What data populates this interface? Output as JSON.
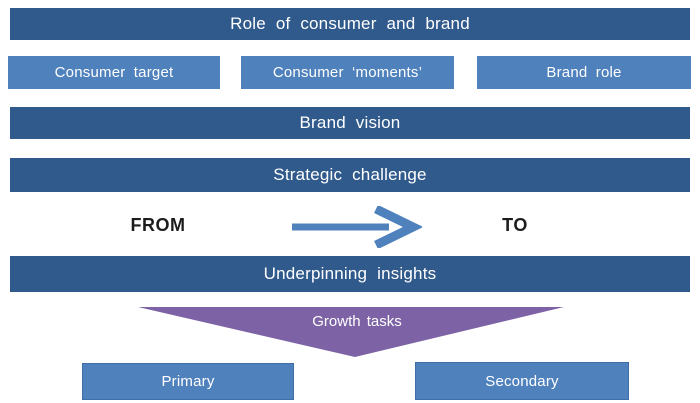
{
  "diagram": {
    "title_bar": {
      "label": "Role of consumer and brand"
    },
    "top_boxes": [
      {
        "label": "Consumer target"
      },
      {
        "label": "Consumer ‘moments’"
      },
      {
        "label": "Brand role"
      }
    ],
    "vision_bar": {
      "label": "Brand vision"
    },
    "challenge_bar": {
      "label": "Strategic challenge"
    },
    "transition": {
      "from_label": "FROM",
      "to_label": "TO",
      "arrow_icon": "right-arrow"
    },
    "insights_bar": {
      "label": "Underpinning insights"
    },
    "growth": {
      "label": "Growth tasks"
    },
    "bottom_boxes": [
      {
        "label": "Primary"
      },
      {
        "label": "Secondary"
      }
    ],
    "colors": {
      "dark_bar": "#315a8c",
      "light_box": "#4f81bd",
      "arrow": "#4f81bd",
      "funnel_purple": "#7d63a5",
      "bar_text": "#ffffff",
      "from_to_text": "#1c1c1c"
    }
  }
}
